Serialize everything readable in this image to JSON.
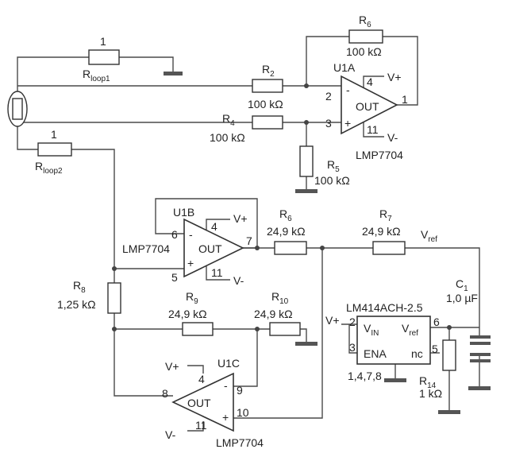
{
  "resistors": {
    "rloop1": {
      "name": "R",
      "sub": "loop1",
      "value": "1"
    },
    "rloop2": {
      "name": "R",
      "sub": "loop2",
      "value": "1"
    },
    "r2": {
      "name": "R",
      "sub": "2",
      "value": "100 kΩ"
    },
    "r4": {
      "name": "R",
      "sub": "4",
      "value": "100 kΩ"
    },
    "r5": {
      "name": "R",
      "sub": "5",
      "value": "100 kΩ"
    },
    "r6a": {
      "name": "R",
      "sub": "6",
      "value": "100 kΩ"
    },
    "r6b": {
      "name": "R",
      "sub": "6",
      "value": "24,9 kΩ"
    },
    "r7": {
      "name": "R",
      "sub": "7",
      "value": "24,9 kΩ"
    },
    "r8": {
      "name": "R",
      "sub": "8",
      "value": "1,25 kΩ"
    },
    "r9": {
      "name": "R",
      "sub": "9",
      "value": "24,9 kΩ"
    },
    "r10": {
      "name": "R",
      "sub": "10",
      "value": "24,9 kΩ"
    },
    "r14": {
      "name": "R",
      "sub": "14",
      "value": "1 kΩ"
    }
  },
  "capacitor": {
    "name": "C",
    "sub": "1",
    "value": "1,0 µF"
  },
  "opamps": {
    "u1a": {
      "label": "U1A",
      "part": "LMP7704",
      "out": "OUT",
      "minus": "-",
      "plus": "+",
      "pin_minus": "2",
      "pin_plus": "3",
      "pin_out": "1",
      "pin_vp": "4",
      "pin_vn": "11",
      "vp": "V+",
      "vn": "V-"
    },
    "u1b": {
      "label": "U1B",
      "part": "LMP7704",
      "out": "OUT",
      "minus": "-",
      "plus": "+",
      "pin_minus": "6",
      "pin_plus": "5",
      "pin_out": "7",
      "pin_vp": "4",
      "pin_vn": "11",
      "vp": "V+",
      "vn": "V-"
    },
    "u1c": {
      "label": "U1C",
      "part": "LMP7704",
      "out": "OUT",
      "minus": "-",
      "plus": "+",
      "pin_minus": "9",
      "pin_plus": "10",
      "pin_out": "8",
      "pin_vp": "4",
      "pin_vn": "11",
      "vp": "V+",
      "vn": "V-"
    }
  },
  "reference": {
    "part": "LM414ACH-2.5",
    "vin": "V",
    "vin_sub": "IN",
    "vref": "V",
    "vref_sub": "ref",
    "ena": "ENA",
    "nc": "nc",
    "pin_vin": "2",
    "pin_ena": "3",
    "pin_vref": "6",
    "pin_nc": "5",
    "pin_gnd": "1,4,7,8",
    "supply": "V+"
  },
  "net_vref": {
    "name": "V",
    "sub": "ref"
  }
}
